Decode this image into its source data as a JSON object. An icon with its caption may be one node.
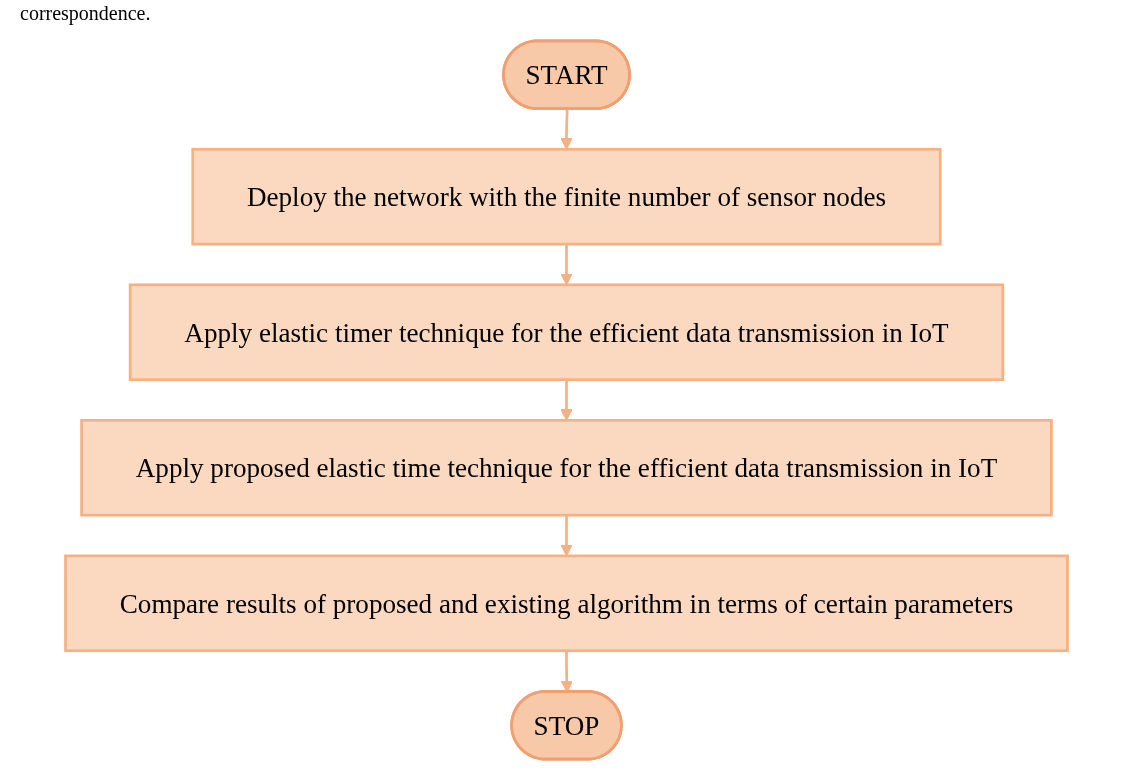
{
  "diagram": {
    "nodes": [
      {
        "text": [
          "START"
        ]
      },
      {
        "text": [
          "Deploy the network with the finite number of sensor nodes"
        ]
      },
      {
        "text": [
          "Apply elastic timer technique for the efficient data transmission in IoT"
        ]
      },
      {
        "text": [
          "Apply proposed elastic time technique for the efficient data transmission in IoT"
        ]
      },
      {
        "text": [
          "Compare results of proposed and existing algorithm in terms of certain parameters"
        ]
      },
      {
        "text": [
          "STOP"
        ]
      }
    ],
    "edges": [
      {
        "from": 0,
        "to": 1,
        "arrow": "to"
      },
      {
        "from": 1,
        "to": 2,
        "arrow": "to"
      },
      {
        "from": 2,
        "to": 3,
        "arrow": "to"
      },
      {
        "from": 3,
        "to": 4,
        "arrow": "to"
      },
      {
        "from": 4,
        "to": 5,
        "arrow": "to"
      }
    ],
    "labels": [
      "correspondence."
    ]
  }
}
